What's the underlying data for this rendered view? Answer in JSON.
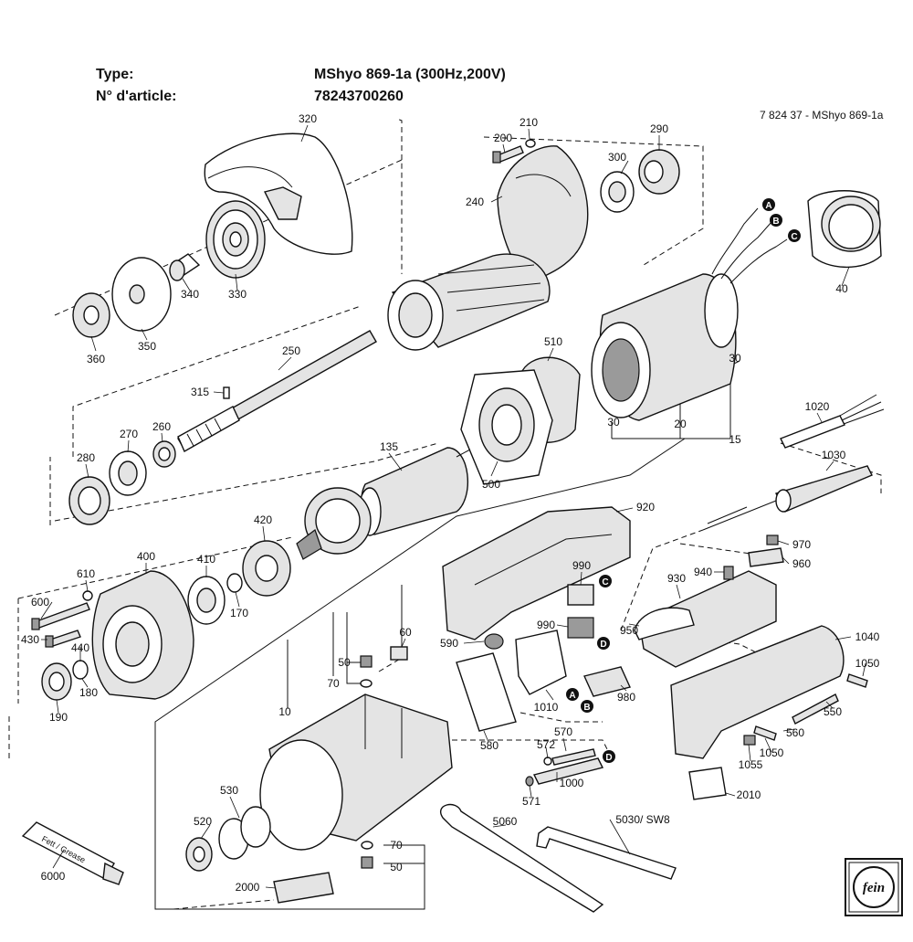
{
  "header": {
    "type_label": "Type:",
    "type_value": "MShyo 869-1a (300Hz,200V)",
    "article_label": "N° d'article:",
    "article_value": "78243700260",
    "doc_reference": "7 824 37 - MShyo 869-1a"
  },
  "parts": {
    "p320": "320",
    "p210": "210",
    "p200": "200",
    "p290": "290",
    "p300": "300",
    "p240": "240",
    "p340": "340",
    "p330": "330",
    "p350": "350",
    "p360": "360",
    "p40": "40",
    "p510": "510",
    "p30a": "30",
    "p30b": "30",
    "p20": "20",
    "p15": "15",
    "p250": "250",
    "p315": "315",
    "p270": "270",
    "p260": "260",
    "p280": "280",
    "p135": "135",
    "p500": "500",
    "p1020": "1020",
    "p1030": "1030",
    "p920": "920",
    "p420": "420",
    "p400": "400",
    "p410": "410",
    "p610": "610",
    "p600": "600",
    "p430": "430",
    "p440": "440",
    "p170": "170",
    "p190": "190",
    "p180": "180",
    "p990a": "990",
    "p990b": "990",
    "p930": "930",
    "p940": "940",
    "p970": "970",
    "p960": "960",
    "p950": "950",
    "p60": "60",
    "p590": "590",
    "p50a": "50",
    "p70a": "70",
    "p10": "10",
    "p1010": "1010",
    "p980": "980",
    "p1040": "1040",
    "p1050a": "1050",
    "p1050b": "1050",
    "p550": "550",
    "p560": "560",
    "p1055": "1055",
    "p580": "580",
    "p570": "570",
    "p572": "572",
    "p1000": "1000",
    "p571": "571",
    "p2010": "2010",
    "p530": "530",
    "p520": "520",
    "p5060": "5060",
    "p5030": "5030/ SW8",
    "p70b": "70",
    "p50b": "50",
    "p2000": "2000",
    "p6000": "6000"
  },
  "wire_markers": {
    "a": "A",
    "b": "B",
    "c": "C",
    "d": "D"
  },
  "grease_label": "Fett / Grease",
  "logo_text": "fein"
}
